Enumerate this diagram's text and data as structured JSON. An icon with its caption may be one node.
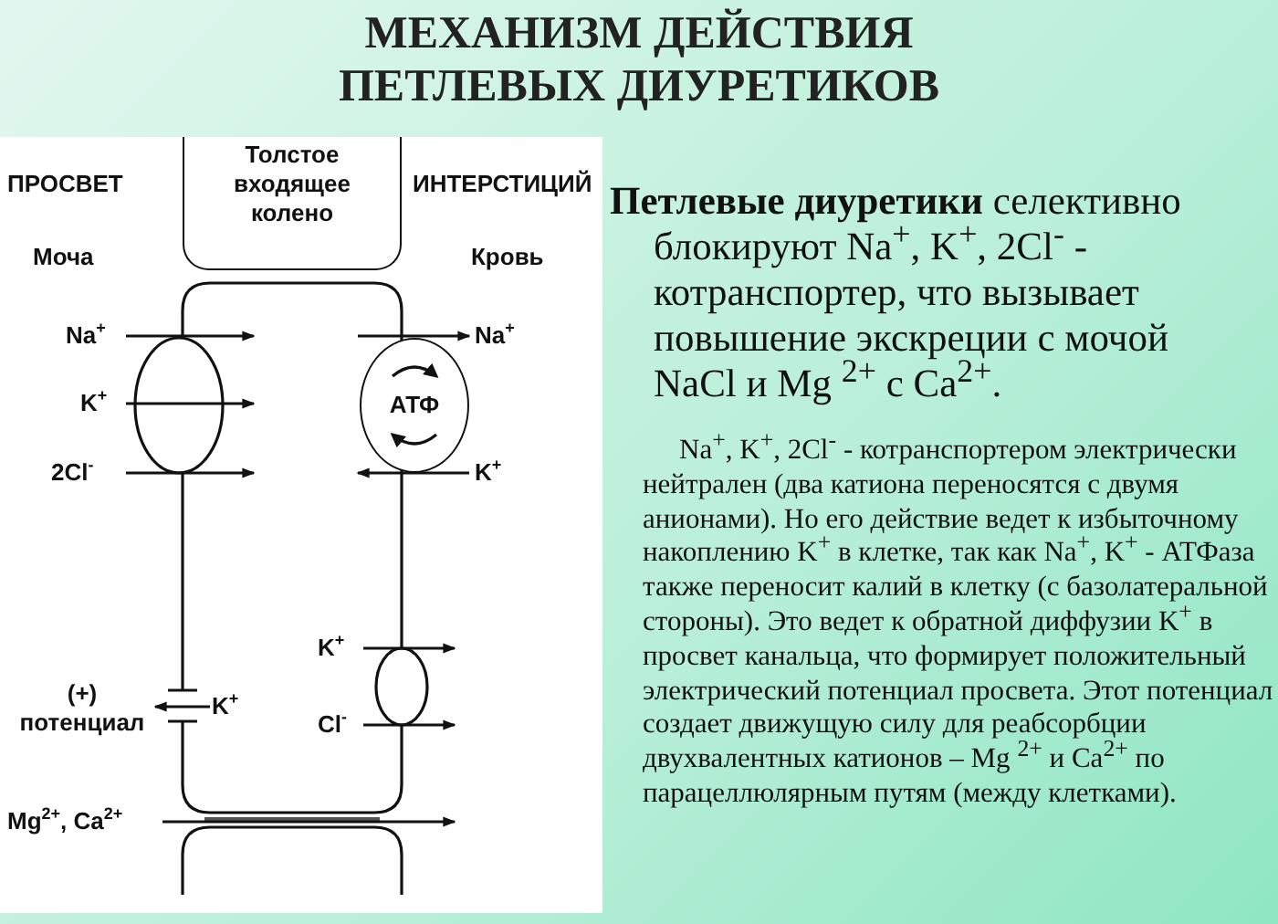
{
  "diagram": {
    "title": "МЕХАНИЗМ ДЕЙСТВИЯ ПЕТЛЕВЫХ ДИУРЕТИКОВ",
    "nodes": [
      {
        "text": [
          "Толстое входящее колено"
        ]
      },
      {
        "text": [
          "Na$^{+}$"
        ]
      },
      {
        "text": [
          "K$^{+}$"
        ]
      },
      {
        "text": [
          "2Cl$^{-}$"
        ]
      },
      {
        "text": [
          "Na$^{+}$"
        ]
      },
      {
        "text": [
          "АТФ"
        ]
      },
      {
        "text": [
          "K$^{+}$"
        ]
      },
      {
        "text": [
          "K$^{+}$"
        ]
      },
      {
        "text": [
          "Cl$^{-}$"
        ]
      },
      {
        "text": [
          "(+) потенциал"
        ]
      },
      {
        "text": [
          "K$^{+}$"
        ]
      },
      {
        "text": [
          "Mg$^{2+}$, Ca$^{2+}$"
        ]
      }
    ],
    "edges": [
      {
        "from": 1,
        "to": null,
        "arrow": "to"
      },
      {
        "from": 2,
        "to": null,
        "arrow": "to"
      },
      {
        "from": 3,
        "to": null,
        "arrow": "to"
      },
      {
        "from": 5,
        "to": 4,
        "arrow": "to"
      },
      {
        "from": 6,
        "to": 5,
        "arrow": "to"
      },
      {
        "from": 7,
        "to": null,
        "arrow": "to"
      },
      {
        "from": 8,
        "to": null,
        "arrow": "to"
      },
      {
        "from": 10,
        "to": 9,
        "arrow": "to"
      },
      {
        "from": 11,
        "to": null,
        "arrow": "to"
      }
    ],
    "labels": [
      "ПРОСВЕТ",
      "ИНТЕРСТИЦИЙ",
      "Моча",
      "Кровь",
      "**Петлевые диуретики** селективно блокируют Na$^{+}$, K$^{+}$, 2Cl$^{-}$ - котранспортер, что вызывает повышение экскреции с мочой NaCl и Mg $^{2+}$ с Ca$^{2+}$.",
      "Na$^{+}$, K$^{+}$, 2Cl$^{-}$ - котранспортером электрически нейтрален (два катиона переносятся с двумя анионами). Но его действие ведет к избыточному накоплению K$^{+}$ в клетке, так как Na$^{+}$, K$^{+}$ - АТФаза также переносит калий в клетку (с базолатеральной стороны). Это ведет к обратной диффузии K$^{+}$ в просвет канальца, что формирует положительный электрический потенциал просвета. Этот потенциал создает движущую силу для реабсорбции двухвалентных катионов – Mg $^{2+}$ и Ca$^{2+}$ по парацеллюлярным путям (между клетками)."
    ]
  }
}
